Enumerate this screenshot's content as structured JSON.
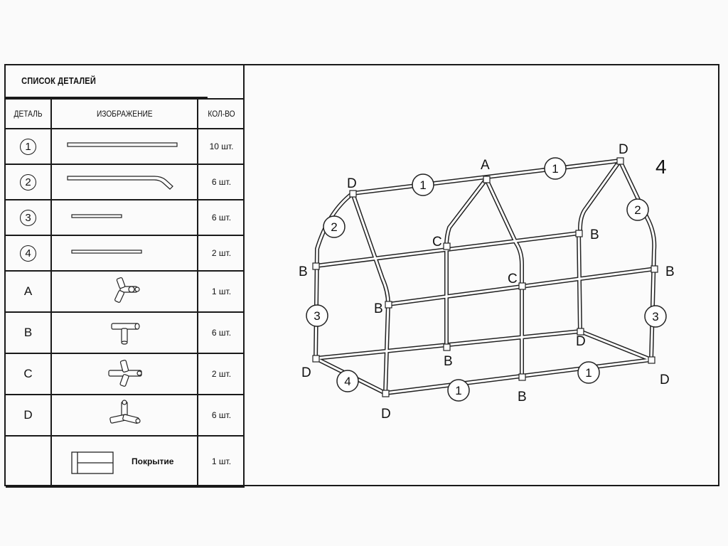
{
  "parts_table": {
    "title": "СПИСОК ДЕТАЛЕЙ",
    "headers": [
      "ДЕТАЛЬ",
      "ИЗОБРАЖЕНИЕ",
      "КОЛ-ВО"
    ],
    "rows": [
      {
        "id": "1",
        "kind": "number",
        "image": "pipe-long",
        "qty": "10 шт."
      },
      {
        "id": "2",
        "kind": "number",
        "image": "pipe-bent",
        "qty": "6 шт."
      },
      {
        "id": "3",
        "kind": "number",
        "image": "pipe-short",
        "qty": "6 шт."
      },
      {
        "id": "4",
        "kind": "number",
        "image": "pipe-medium",
        "qty": "2 шт."
      },
      {
        "id": "A",
        "kind": "letter",
        "image": "connector-a",
        "qty": "1 шт."
      },
      {
        "id": "B",
        "kind": "letter",
        "image": "connector-b",
        "qty": "6 шт."
      },
      {
        "id": "C",
        "kind": "letter",
        "image": "connector-c",
        "qty": "2 шт."
      },
      {
        "id": "D",
        "kind": "letter",
        "image": "connector-d",
        "qty": "6 шт."
      },
      {
        "id": "",
        "kind": "cover",
        "image": "cover-sheet",
        "label": "Покрытие",
        "qty": "1 шт."
      }
    ]
  },
  "diagram": {
    "step": "4",
    "labels": {
      "ridge_tube": "1",
      "roof_tube": "2",
      "side_tube": "3",
      "end_tube": "4",
      "connector_a": "A",
      "connector_b": "B",
      "connector_c": "C",
      "connector_d": "D"
    }
  }
}
